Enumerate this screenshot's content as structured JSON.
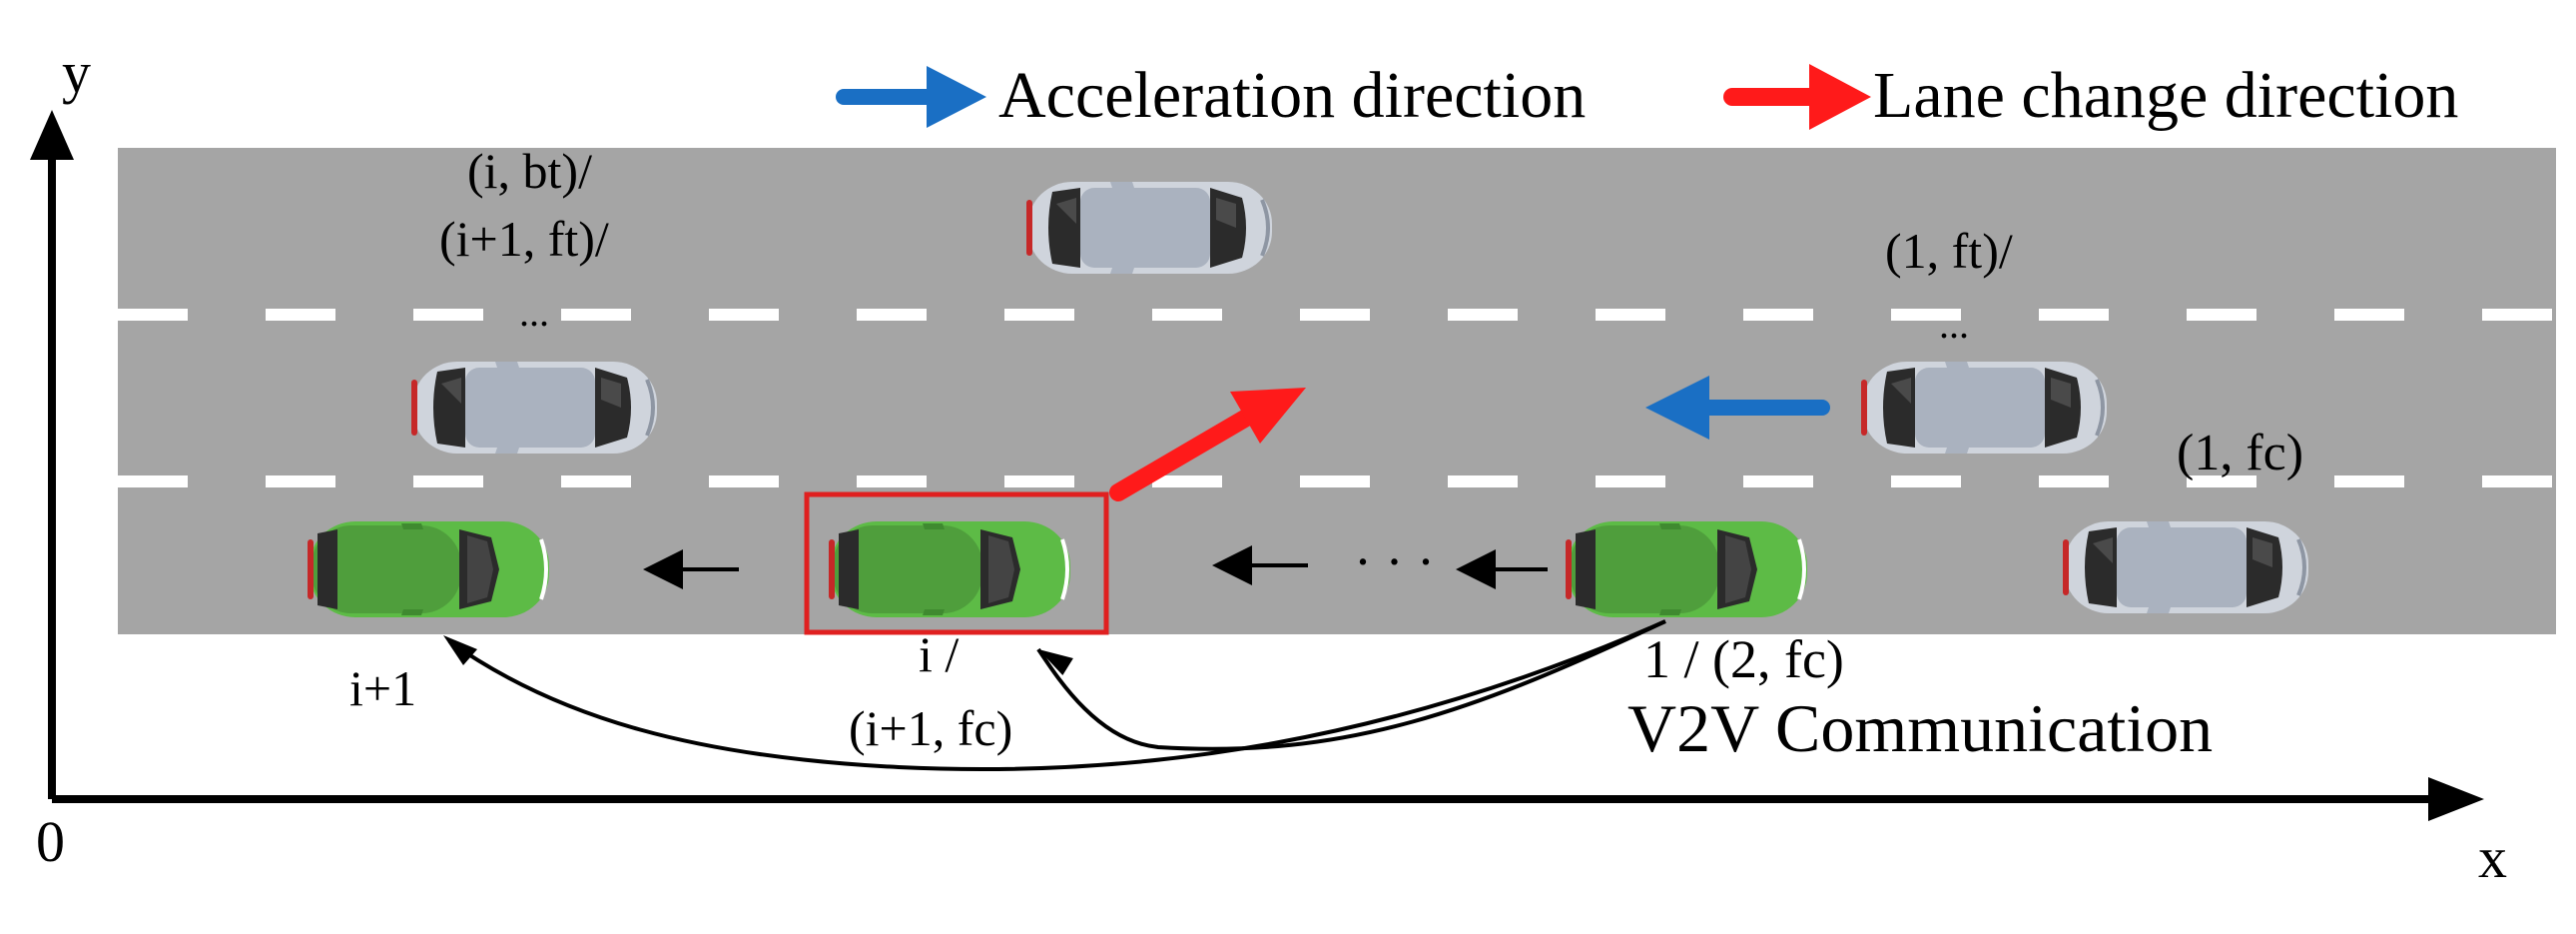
{
  "axes": {
    "x_label": "x",
    "y_label": "y",
    "origin_label": "0"
  },
  "legend": {
    "acceleration": "Acceleration direction",
    "lane_change": "Lane change direction",
    "acceleration_color": "#1a6fc4",
    "lane_change_color": "#ff1a1a"
  },
  "labels": {
    "top_left_1": "(i, bt)/",
    "top_left_2": "(i+1, ft)/",
    "top_left_3": "...",
    "top_right_1": "(1, ft)/",
    "top_right_2": "...",
    "right_fc": "(1, fc)",
    "ip1": "i+1",
    "i_line1": "i /",
    "i_line2": "(i+1, fc)",
    "one": "1 / (2, fc)",
    "v2v": "V2V Communication",
    "ellipsis": "· · ·"
  },
  "colors": {
    "road": "#a5a5a5",
    "lane_marking": "#ffffff",
    "green_car": "#5dbb46",
    "gray_car": "#b9c0cc",
    "highlight_box": "#e02020"
  }
}
